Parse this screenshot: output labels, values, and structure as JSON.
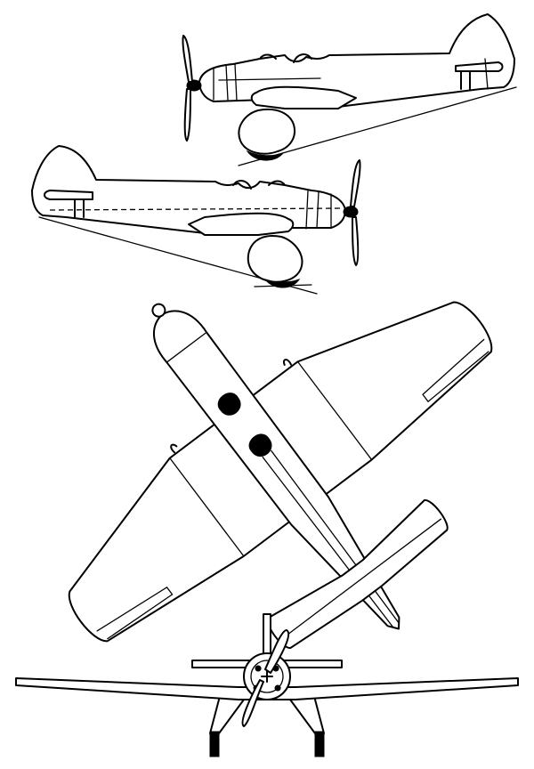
{
  "drawing": {
    "views": [
      "side-view-right",
      "side-view-left",
      "top-view",
      "front-view"
    ],
    "colors": {
      "ink": "#000000",
      "paper": "#ffffff"
    }
  }
}
